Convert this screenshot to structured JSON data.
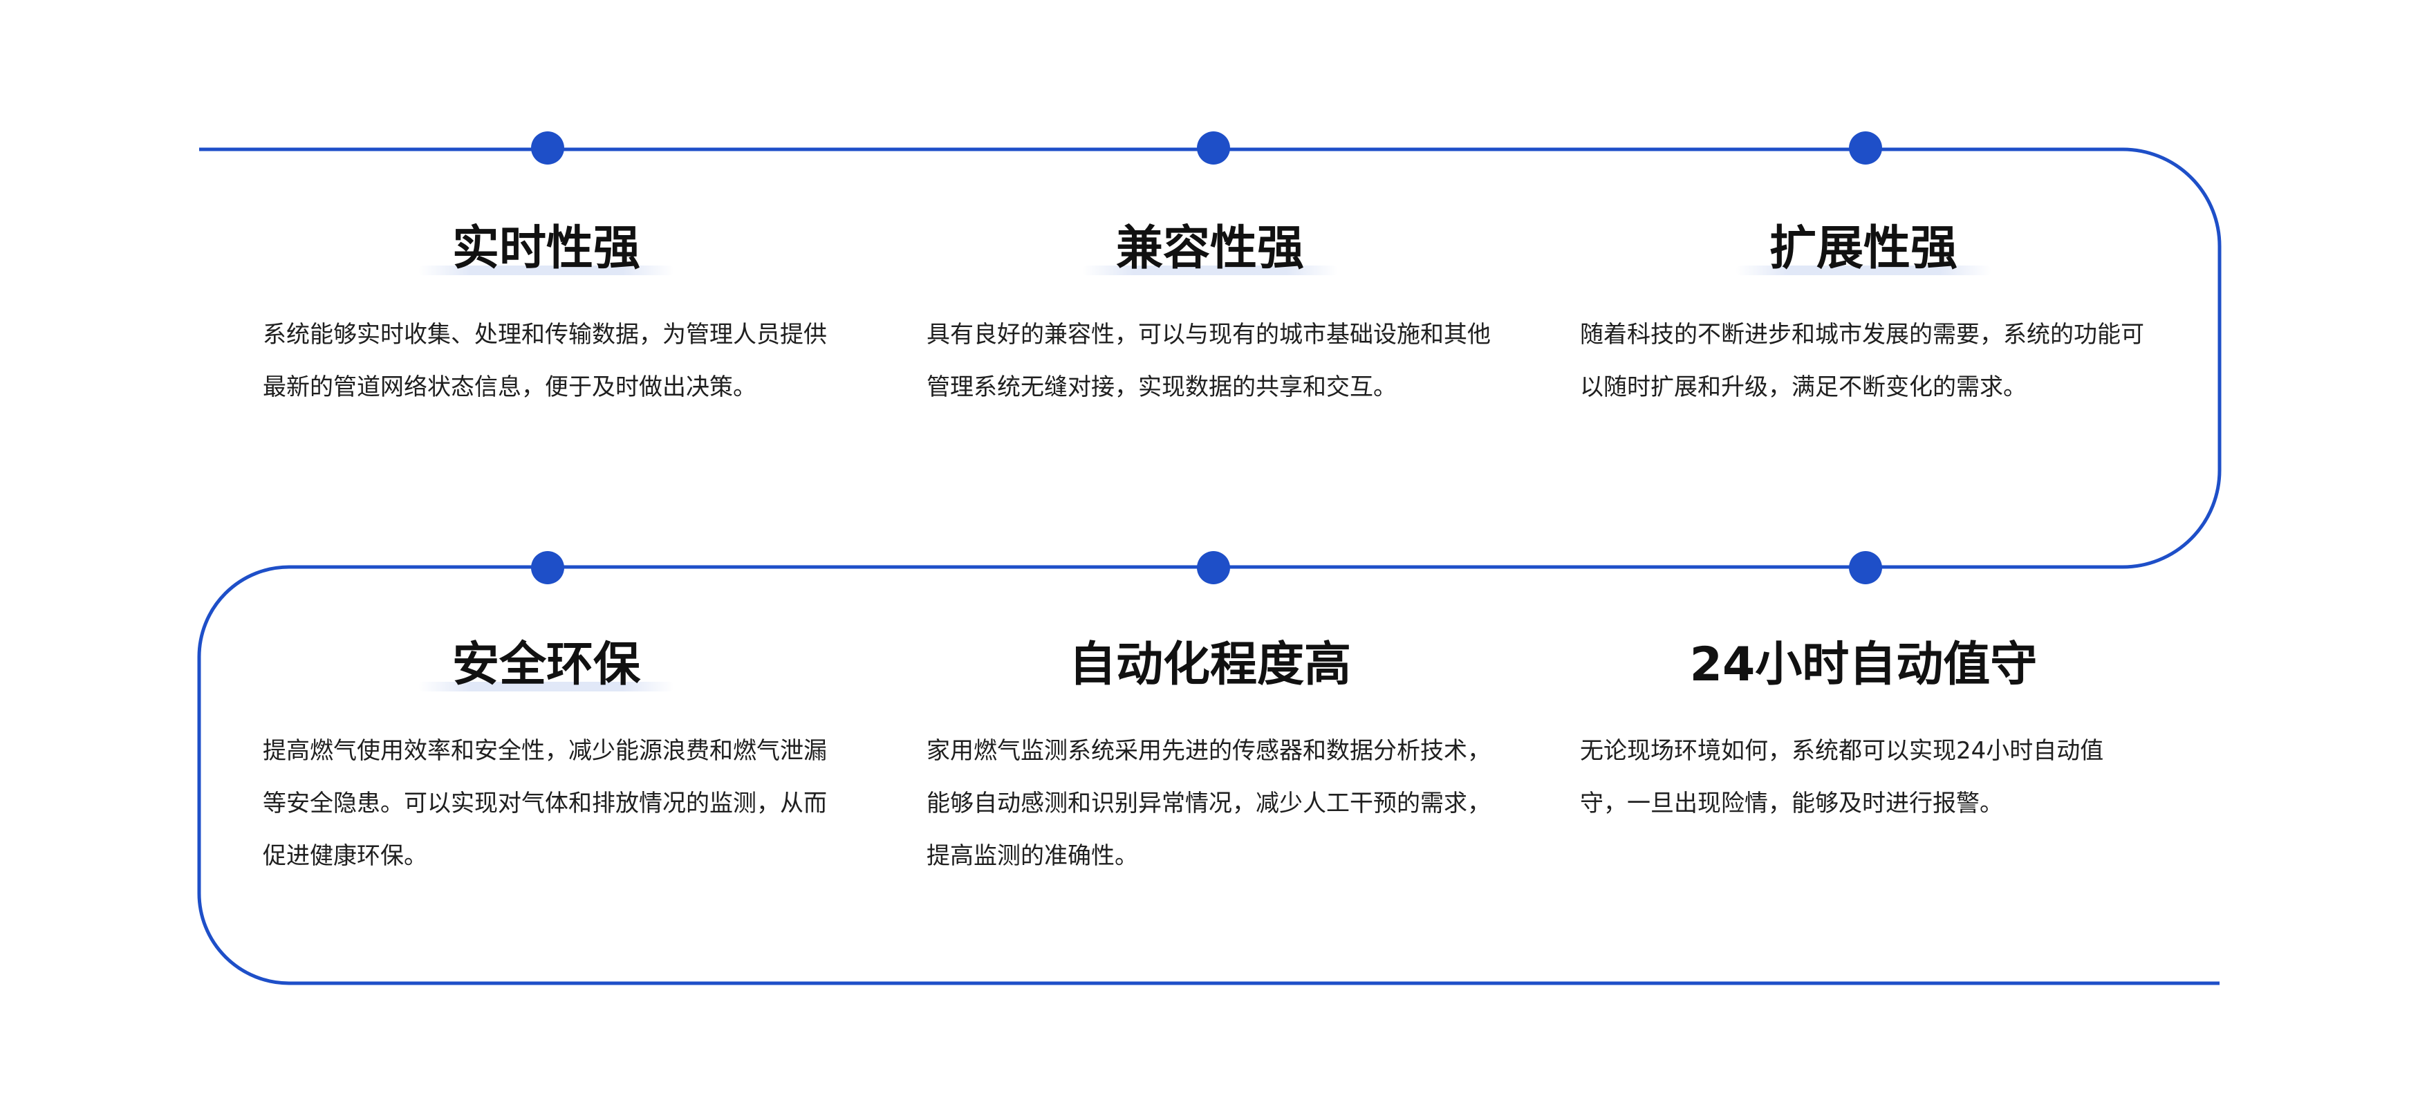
{
  "colors": {
    "accent": "#1E4FC8",
    "title": "#111111",
    "text": "#1F1F1F",
    "background": "#FFFFFF"
  },
  "items": [
    {
      "title": "实时性强",
      "desc": "系统能够实时收集、处理和传输数据，为管理人员提供最新的管道网络状态信息，便于及时做出决策。"
    },
    {
      "title": "兼容性强",
      "desc": "具有良好的兼容性，可以与现有的城市基础设施和其他管理系统无缝对接，实现数据的共享和交互。"
    },
    {
      "title": "扩展性强",
      "desc": "随着科技的不断进步和城市发展的需要，系统的功能可以随时扩展和升级，满足不断变化的需求。"
    },
    {
      "title": "安全环保",
      "desc": "提高燃气使用效率和安全性，减少能源浪费和燃气泄漏等安全隐患。可以实现对气体和排放情况的监测，从而促进健康环保。"
    },
    {
      "title": "自动化程度高",
      "desc": "家用燃气监测系统采用先进的传感器和数据分析技术，能够自动感测和识别异常情况，减少人工干预的需求，提高监测的准确性。"
    },
    {
      "title": "24小时自动值守",
      "desc": "无论现场环境如何，系统都可以实现24小时自动值守，一旦出现险情，能够及时进行报警。"
    }
  ]
}
